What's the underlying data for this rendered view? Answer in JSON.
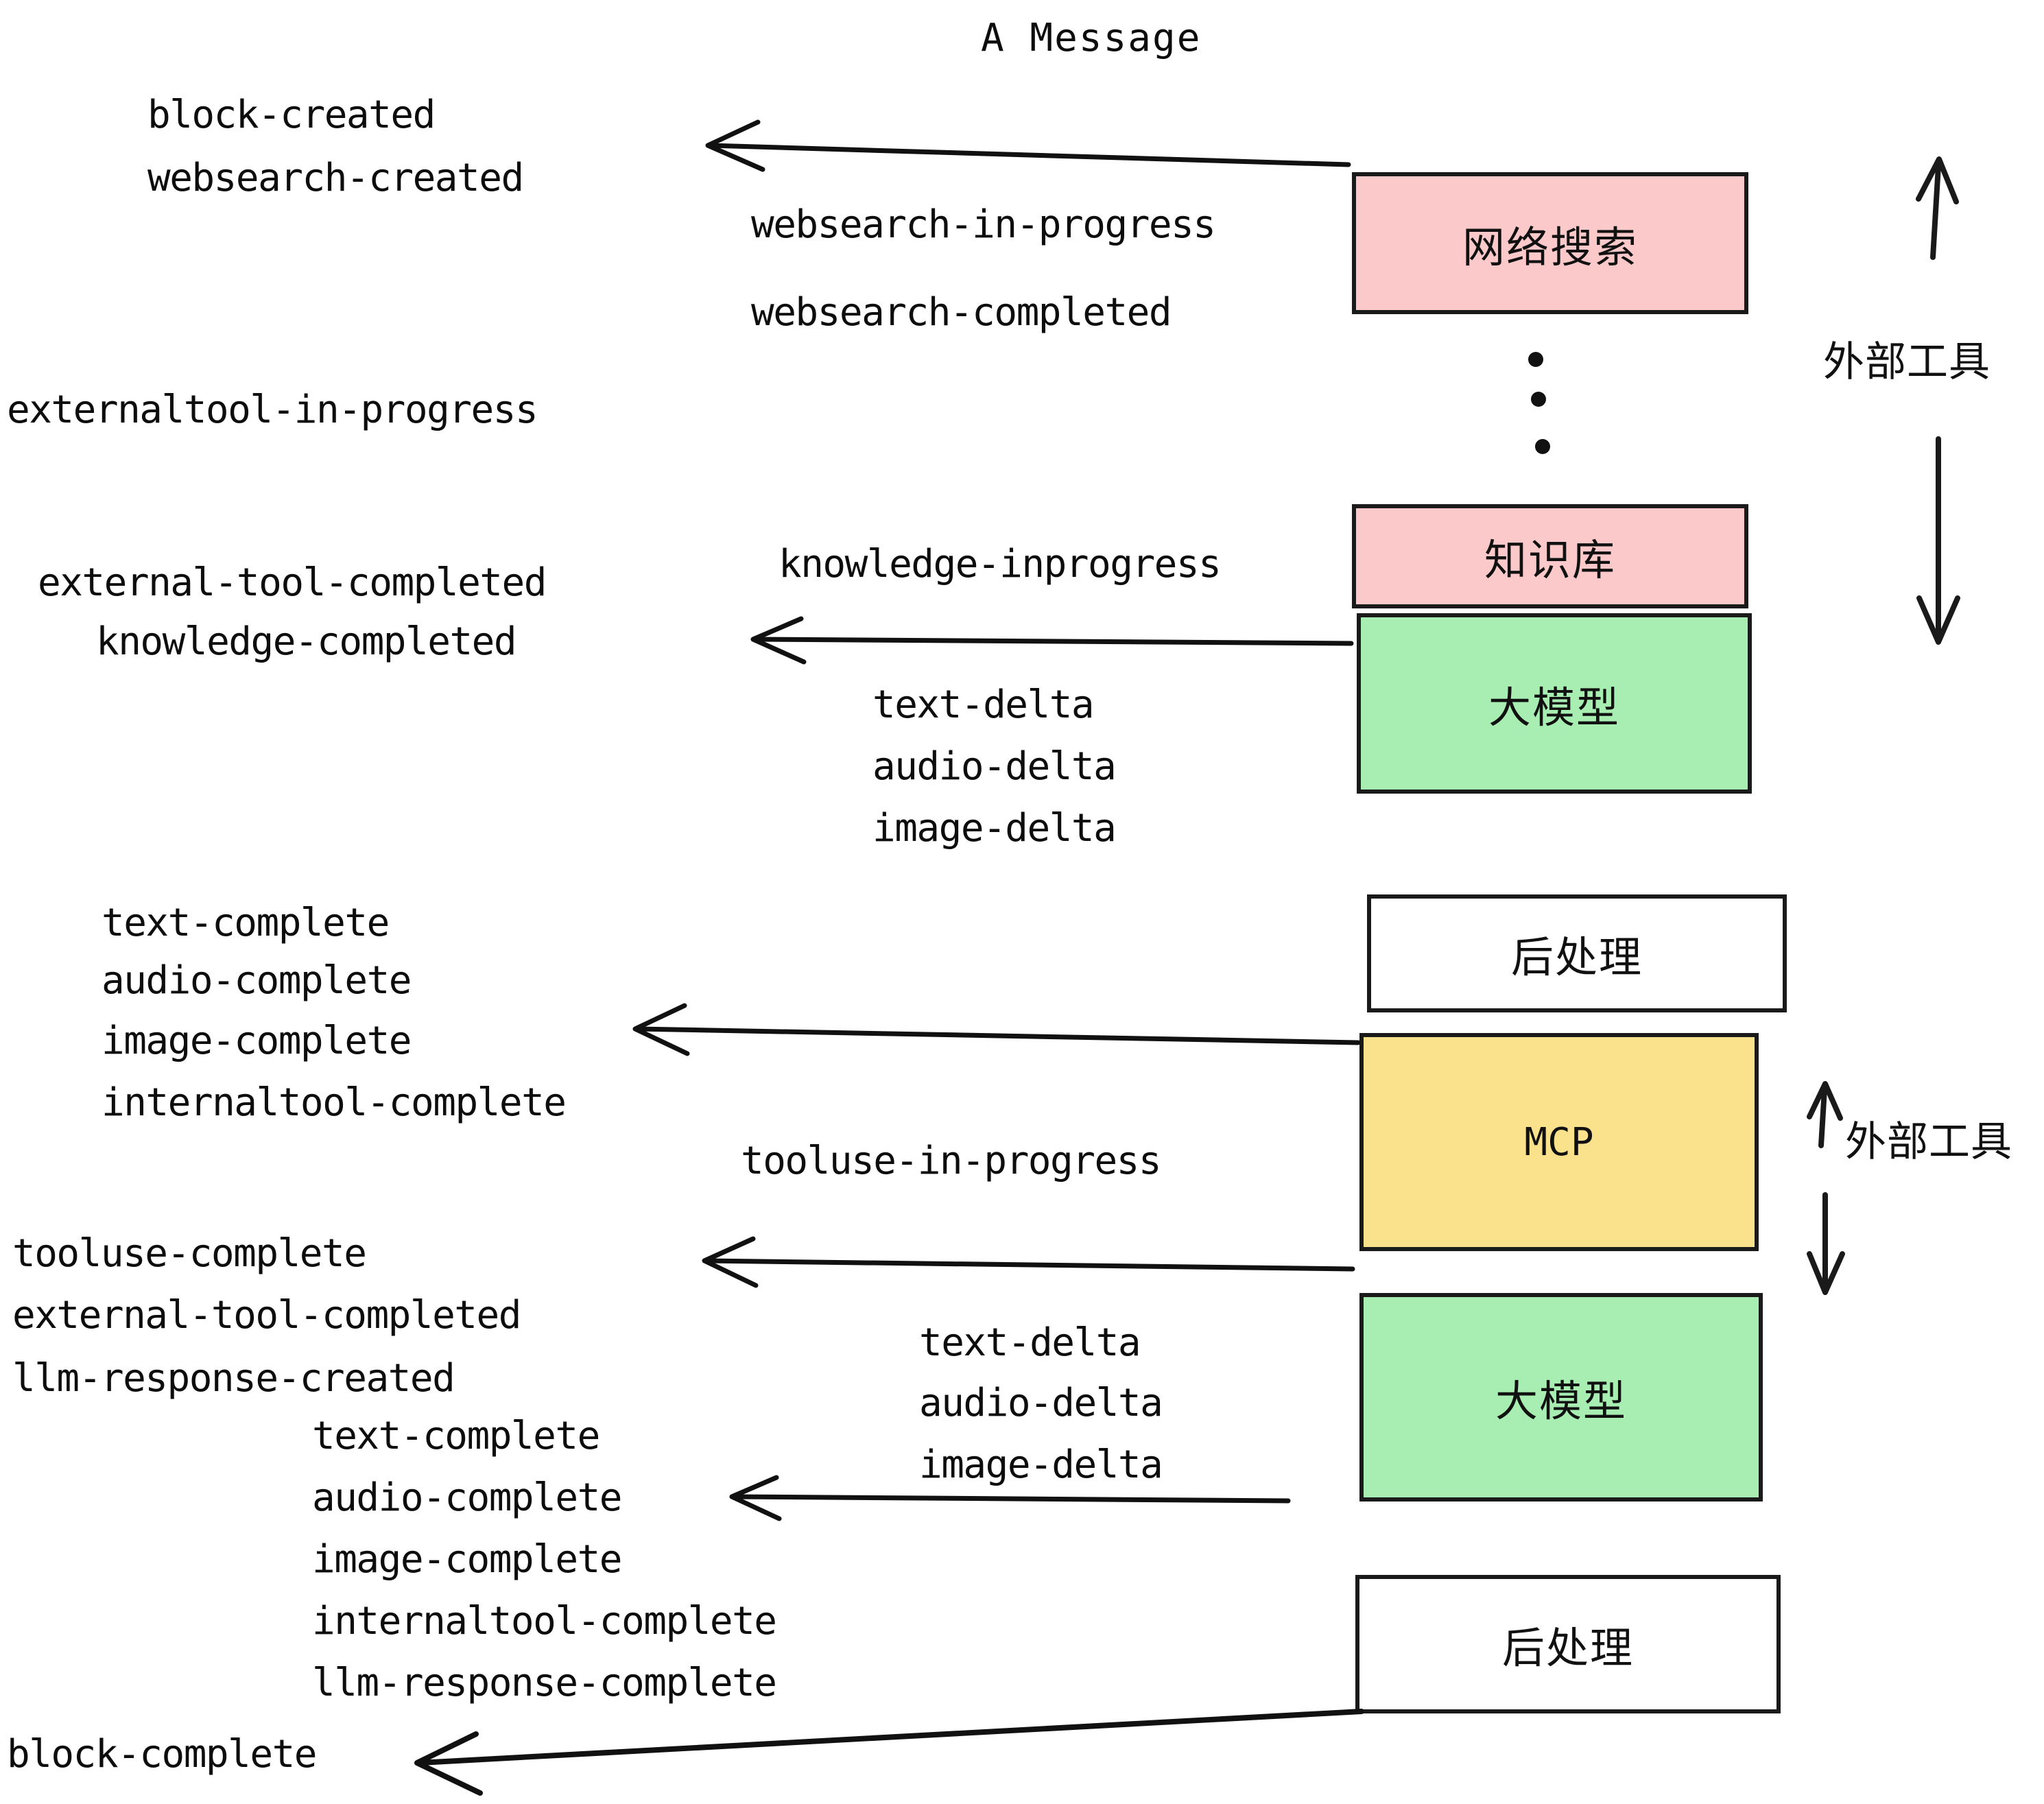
{
  "title": "A Message",
  "boxes": [
    {
      "id": "websearch",
      "label": "网络搜索",
      "color": "#fbc9c9"
    },
    {
      "id": "knowledge",
      "label": "知识库",
      "color": "#fbc9c9"
    },
    {
      "id": "llm-top",
      "label": "大模型",
      "color": "#a8eeb2"
    },
    {
      "id": "postprocess-1",
      "label": "后处理",
      "color": "#ffffff"
    },
    {
      "id": "mcp",
      "label": "MCP",
      "color": "#fae28c"
    },
    {
      "id": "llm-bottom",
      "label": "大模型",
      "color": "#a8eeb2"
    },
    {
      "id": "postprocess-2",
      "label": "后处理",
      "color": "#ffffff"
    }
  ],
  "side_labels": {
    "external_tool_top": "外部工具",
    "external_tool_bottom": "外部工具"
  },
  "events": [
    {
      "id": "block-created",
      "text": "block-created"
    },
    {
      "id": "websearch-created",
      "text": "websearch-created"
    },
    {
      "id": "websearch-in-progress",
      "text": "websearch-in-progress"
    },
    {
      "id": "websearch-completed",
      "text": "websearch-completed"
    },
    {
      "id": "externaltool-in-progress",
      "text": "externaltool-in-progress"
    },
    {
      "id": "knowledge-inprogress",
      "text": "knowledge-inprogress"
    },
    {
      "id": "external-tool-completed-1",
      "text": "external-tool-completed"
    },
    {
      "id": "knowledge-completed",
      "text": "knowledge-completed"
    },
    {
      "id": "text-delta-1",
      "text": "text-delta"
    },
    {
      "id": "audio-delta-1",
      "text": "audio-delta"
    },
    {
      "id": "image-delta-1",
      "text": "image-delta"
    },
    {
      "id": "text-complete-1",
      "text": "text-complete"
    },
    {
      "id": "audio-complete-1",
      "text": "audio-complete"
    },
    {
      "id": "image-complete-1",
      "text": "image-complete"
    },
    {
      "id": "internaltool-complete-1",
      "text": "internaltool-complete"
    },
    {
      "id": "tooluse-in-progress",
      "text": "tooluse-in-progress"
    },
    {
      "id": "tooluse-complete",
      "text": "tooluse-complete"
    },
    {
      "id": "external-tool-completed-2",
      "text": "external-tool-completed"
    },
    {
      "id": "llm-response-created",
      "text": "llm-response-created"
    },
    {
      "id": "text-delta-2",
      "text": "text-delta"
    },
    {
      "id": "audio-delta-2",
      "text": "audio-delta"
    },
    {
      "id": "image-delta-2",
      "text": "image-delta"
    },
    {
      "id": "text-complete-2",
      "text": "text-complete"
    },
    {
      "id": "audio-complete-2",
      "text": "audio-complete"
    },
    {
      "id": "image-complete-2",
      "text": "image-complete"
    },
    {
      "id": "internaltool-complete-2",
      "text": "internaltool-complete"
    },
    {
      "id": "llm-response-complete",
      "text": "llm-response-complete"
    },
    {
      "id": "block-complete",
      "text": "block-complete"
    }
  ],
  "colors": {
    "pink": "#fbc9c9",
    "green": "#a8eeb2",
    "yellow": "#fae28c",
    "white": "#ffffff",
    "stroke": "#1a1a1a",
    "text": "#0d0d0d"
  }
}
